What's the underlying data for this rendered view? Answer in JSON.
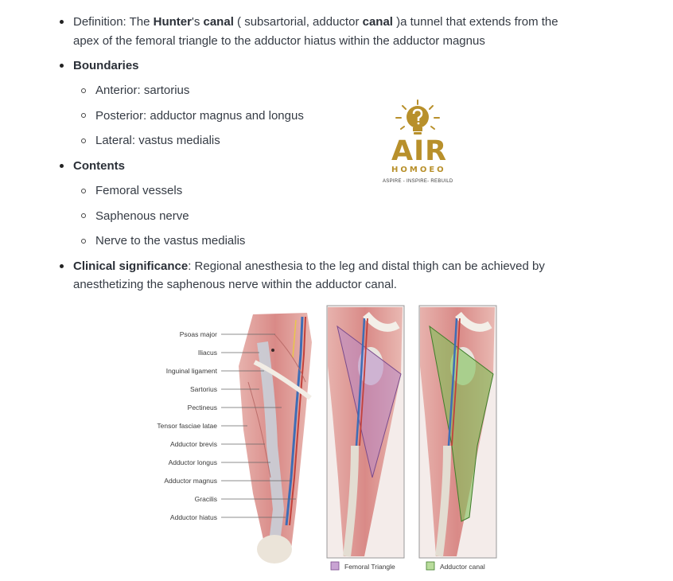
{
  "definition": {
    "prefix": "Definition: The ",
    "hunter": "Hunter",
    "apos": "'s ",
    "canal1": "canal",
    "mid": " ( subsartorial, adductor ",
    "canal2": "canal",
    "suffix": " )a tunnel that extends from the",
    "line2": "apex of the femoral triangle to the adductor hiatus within the adductor magnus"
  },
  "boundaries": {
    "heading": "Boundaries",
    "items": [
      "Anterior: sartorius",
      "Posterior: adductor magnus and longus",
      "Lateral: vastus medialis"
    ]
  },
  "contents": {
    "heading": "Contents",
    "items": [
      "Femoral vessels",
      "Saphenous nerve",
      "Nerve to the vastus medialis"
    ]
  },
  "clinical": {
    "heading": "Clinical significance",
    "text1": ": Regional anesthesia to the leg and distal thigh can be achieved by",
    "text2": "anesthetizing the saphenous nerve within the adductor canal."
  },
  "logo": {
    "brand": "AIR",
    "sub": "HOMOEO",
    "tagline": "ASPIRE - INSPIRE- REBUILD",
    "icon": "lightbulb-question-icon",
    "color": "#b8902b"
  },
  "figure": {
    "labels": [
      "Psoas major",
      "Iliacus",
      "Inguinal ligament",
      "Sartorius",
      "Pectineus",
      "Tensor fasciae latae",
      "Adductor brevis",
      "Adductor longus",
      "Adductor magnus",
      "Gracilis",
      "Adductor hiatus"
    ],
    "legend": [
      {
        "label": "Femoral Triangle",
        "color": "#c9a3d3"
      },
      {
        "label": "Adductor canal",
        "color": "#b9dc9c"
      }
    ]
  }
}
